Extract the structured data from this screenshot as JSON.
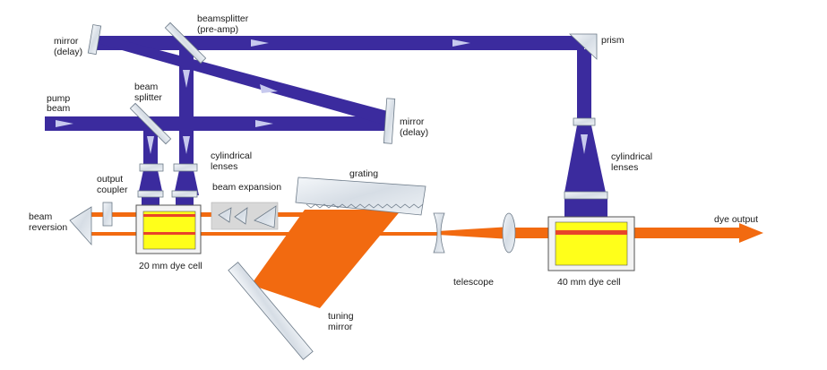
{
  "colors": {
    "pump_beam": "#3b2b9e",
    "dye_beam": "#f26a10",
    "cell_yellow": "#ffff1a",
    "cell_red": "#e8442a",
    "optic_fill": "#e6ecf2",
    "optic_stroke": "#6c7a88",
    "arrow_fill": "#c7c9ee"
  },
  "labels": {
    "mirror_delay_1": [
      "mirror",
      "(delay)"
    ],
    "beamsplitter_preamp": [
      "beamsplitter",
      "(pre-amp)"
    ],
    "prism": "prism",
    "pump_beam": [
      "pump",
      "beam"
    ],
    "beam_splitter": [
      "beam",
      "splitter"
    ],
    "mirror_delay_2": [
      "mirror",
      "(delay)"
    ],
    "cylindrical_lenses_1": [
      "cylindrical",
      "lenses"
    ],
    "cylindrical_lenses_2": [
      "cylindrical",
      "lenses"
    ],
    "output_coupler": [
      "output",
      "coupler"
    ],
    "beam_expansion": "beam expansion",
    "grating": "grating",
    "beam_reversion": [
      "beam",
      "reversion"
    ],
    "dye_cell_20": "20 mm dye cell",
    "dye_cell_40": "40 mm dye cell",
    "telescope": "telescope",
    "tuning_mirror": [
      "tuning",
      "mirror"
    ],
    "dye_output": "dye output"
  }
}
